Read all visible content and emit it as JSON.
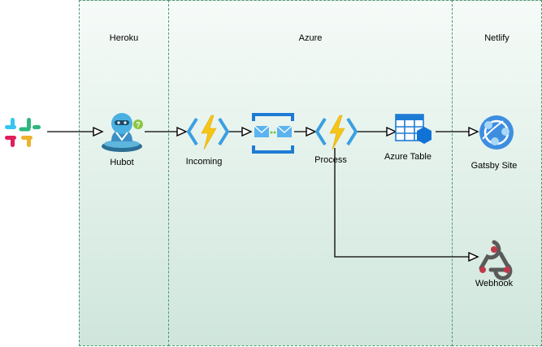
{
  "zones": {
    "heroku": "Heroku",
    "azure": "Azure",
    "netlify": "Netlify"
  },
  "nodes": {
    "hubot": "Hubot",
    "incoming": "Incoming",
    "process": "Process",
    "azure_table": "Azure Table",
    "gatsby_site": "Gatsby Site",
    "webhook": "Webhook"
  },
  "icons": {
    "slack": "slack-icon",
    "hubot": "hubot-icon",
    "incoming": "azure-function-icon",
    "queue": "azure-queue-icon",
    "process": "azure-function-icon",
    "table": "azure-table-icon",
    "gatsby": "azure-static-web-app-icon",
    "webhook": "webhook-icon"
  },
  "colors": {
    "zone_border": "#4a9a70",
    "zone_fill": "#cfe6dc",
    "azure_blue": "#1e7bd4",
    "lightning": "#f5c518",
    "webhook": "#c0394b"
  }
}
